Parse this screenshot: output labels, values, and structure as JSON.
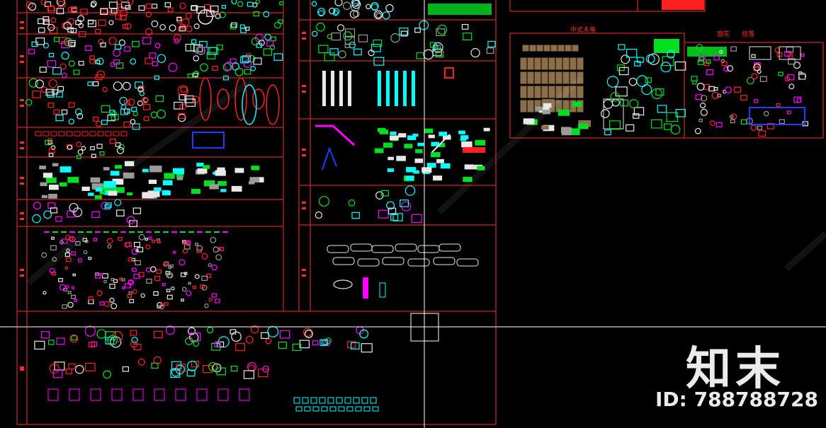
{
  "watermark": {
    "logo": "知末",
    "id_text": "ID: 788788728"
  },
  "panels": {
    "chinese_furniture_title": "中式木格",
    "right_title_a": "窗花",
    "right_title_b": "挂落"
  },
  "colors": {
    "frame": "#ff2b2b",
    "crosshair": "#ffffff",
    "red": "#ff1f1f",
    "cyan": "#00ffff",
    "green": "#00e020",
    "magenta": "#ff00ff",
    "blue": "#1e3cff",
    "white": "#e8e8e8",
    "grey": "#9a9a9a",
    "brown": "#8c6e4a",
    "yellow": "#ffe000"
  }
}
